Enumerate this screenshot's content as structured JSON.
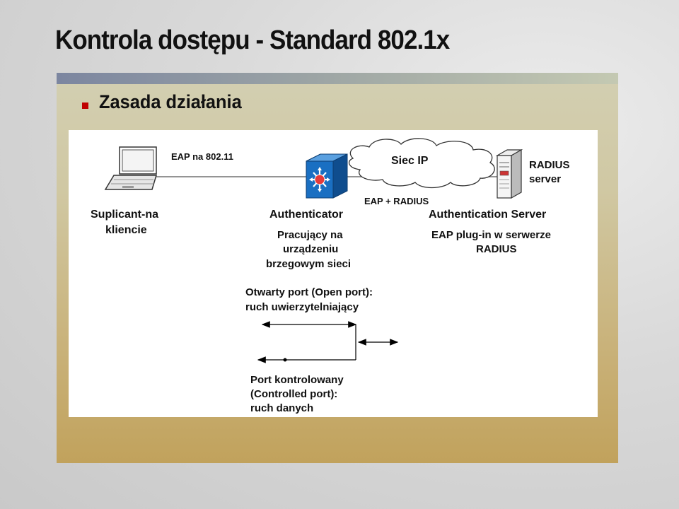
{
  "slide": {
    "title": "Kontrola dostępu - Standard 802.1x",
    "bullet": "Zasada działania"
  },
  "diagram": {
    "eap_link_label": "EAP na 802.11",
    "cloud_label": "Siec IP",
    "eap_radius_label": "EAP + RADIUS",
    "radius_line1": "RADIUS",
    "radius_line2": "server",
    "supplicant_line1": "Suplicant-na",
    "supplicant_line2": "kliencie",
    "authenticator_title": "Authenticator",
    "authenticator_desc1": "Pracujący na",
    "authenticator_desc2": "urządzeniu",
    "authenticator_desc3": "brzegowym sieci",
    "auth_server_title": "Authentication Server",
    "auth_server_desc1": "EAP plug-in w serwerze",
    "auth_server_desc2": "RADIUS",
    "open_port_line1": "Otwarty port (Open port):",
    "open_port_line2": "ruch uwierzytelniający",
    "controlled_port_line1": "Port kontrolowany",
    "controlled_port_line2": "(Controlled port):",
    "controlled_port_line3": "ruch danych"
  },
  "colors": {
    "switch_blue": "#1a6fc2",
    "switch_center": "#e53b3b",
    "bullet": "#c00000"
  },
  "icons": [
    "laptop-icon",
    "switch-icon",
    "cloud-icon",
    "server-icon"
  ]
}
